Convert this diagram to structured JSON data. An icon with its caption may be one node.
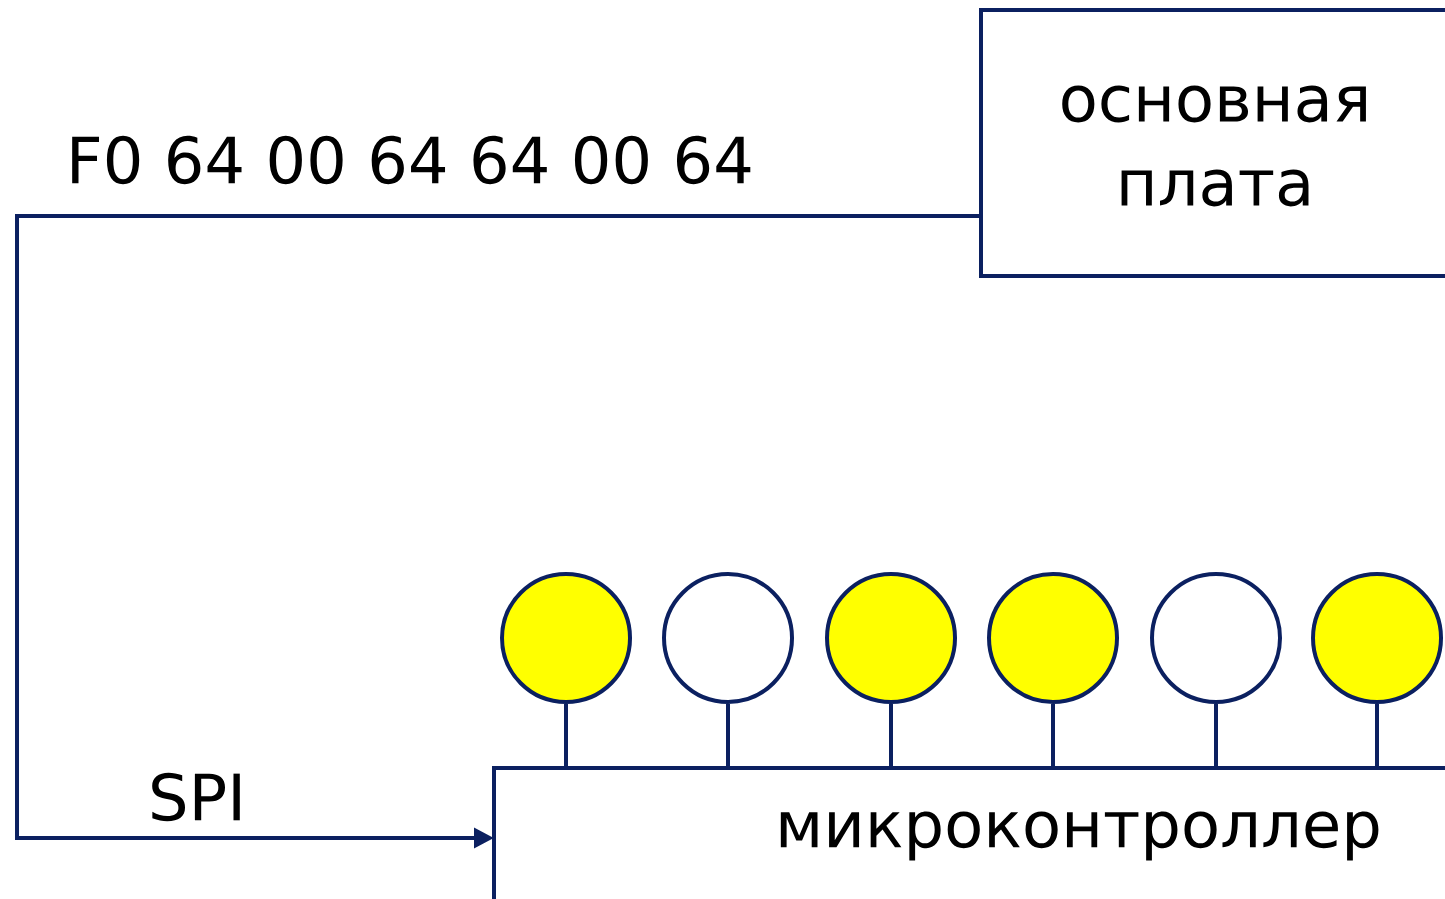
{
  "diagram": {
    "nodes": [
      {
        "text": [
          "основная плата"
        ]
      },
      {
        "text": [
          "микроконтроллер"
        ]
      },
      {
        "text": [],
        "shape": "circle"
      },
      {
        "text": [],
        "shape": "circle"
      },
      {
        "text": [],
        "shape": "circle"
      },
      {
        "text": [],
        "shape": "circle"
      },
      {
        "text": [],
        "shape": "circle"
      },
      {
        "text": [],
        "shape": "circle"
      }
    ],
    "edges": [
      {
        "from": 0,
        "to": 1,
        "arrow": "to",
        "label": "SPI"
      },
      {
        "from": 2,
        "to": 1,
        "arrow": "none"
      },
      {
        "from": 3,
        "to": 1,
        "arrow": "none"
      },
      {
        "from": 4,
        "to": 1,
        "arrow": "none"
      },
      {
        "from": 5,
        "to": 1,
        "arrow": "none"
      },
      {
        "from": 6,
        "to": 1,
        "arrow": "none"
      },
      {
        "from": 7,
        "to": 1,
        "arrow": "none"
      }
    ],
    "labels": [
      "F0 64 00 64 64 00 64"
    ]
  }
}
